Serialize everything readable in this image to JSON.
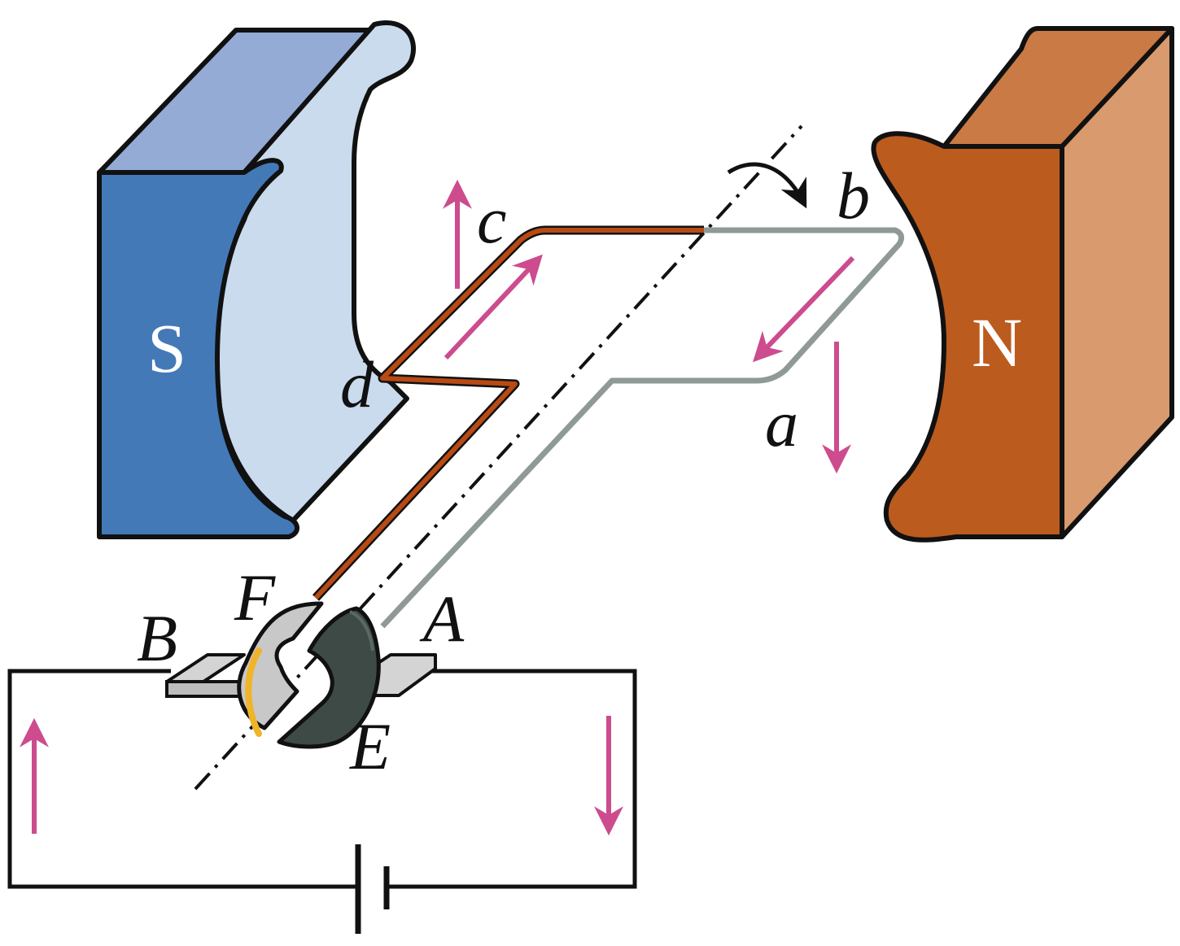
{
  "magnets": {
    "south": {
      "label": "S"
    },
    "north": {
      "label": "N"
    }
  },
  "coil": {
    "corners": {
      "a": "a",
      "b": "b",
      "c": "c",
      "d": "d"
    }
  },
  "commutator": {
    "half_ring_e": "E",
    "half_ring_f": "F"
  },
  "brushes": {
    "left": "B",
    "right": "A"
  },
  "colors": {
    "south_front": "#4479b8",
    "south_top": "#94abd6",
    "south_face": "#c9dbec",
    "north_front": "#bb5b1e",
    "north_top": "#c97a45",
    "north_side": "#d99a6e",
    "wire_red": "#b84a14",
    "wire_gray": "#8f9a94",
    "current_arrow": "#cc4c8e",
    "ring_light": "#c8c8c8",
    "ring_dark": "#3e4a45",
    "ring_gold": "#f0b428"
  },
  "icons": [
    "current-arrow-icon",
    "rotation-arrow-icon",
    "battery-icon"
  ]
}
